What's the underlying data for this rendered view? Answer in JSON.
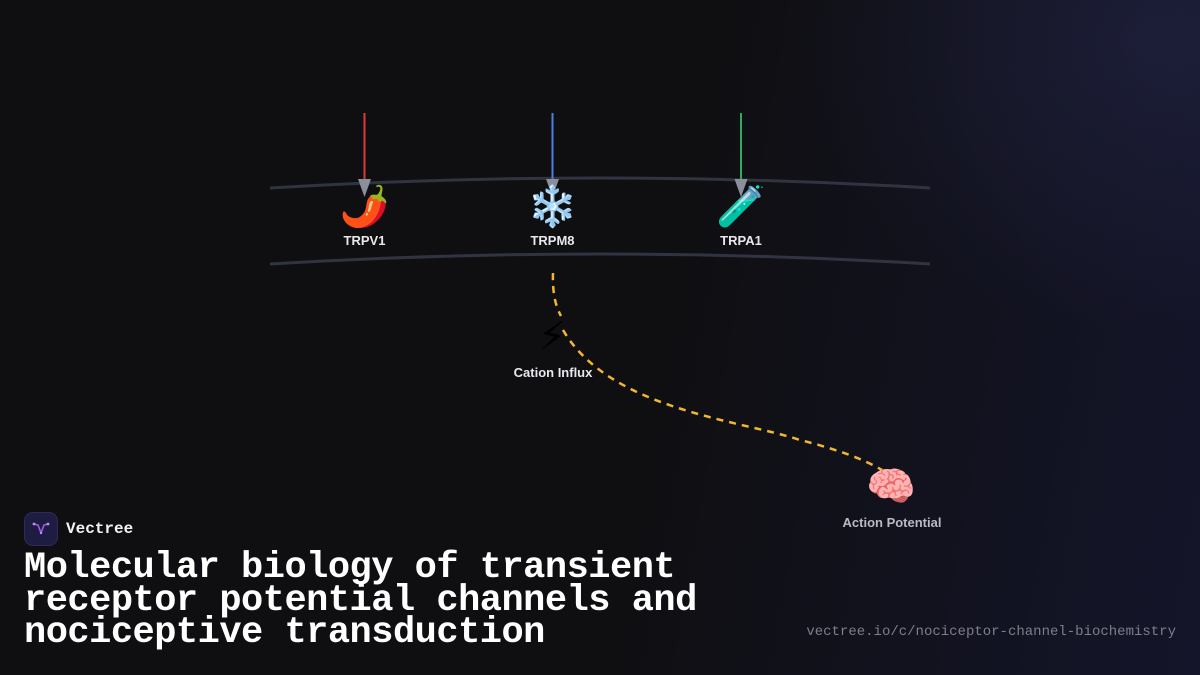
{
  "brand": {
    "name": "Vectree"
  },
  "title": "Molecular biology of transient receptor potential channels and nociceptive transduction",
  "url": "vectree.io/c/nociceptor-channel-biochemistry",
  "diagram": {
    "channels": [
      {
        "label": "TRPV1",
        "icon": "chili-pepper-icon",
        "glyph": "🌶️",
        "arrow_color": "#d63c3c"
      },
      {
        "label": "TRPM8",
        "icon": "snowflake-icon",
        "glyph": "❄️",
        "arrow_color": "#4a7fe0"
      },
      {
        "label": "TRPA1",
        "icon": "test-tube-icon",
        "glyph": "🧪",
        "arrow_color": "#2eaa5e"
      }
    ],
    "influx": {
      "label": "Cation Influx",
      "icon": "lightning-icon",
      "glyph": "⚡"
    },
    "output": {
      "label": "Action Potential",
      "icon": "brain-icon",
      "glyph": "🧠"
    },
    "colors": {
      "membrane": "#2f3440",
      "arrowhead": "#8a8f9c",
      "signal_path": "#f2b630",
      "background": "#0f0f12"
    }
  }
}
